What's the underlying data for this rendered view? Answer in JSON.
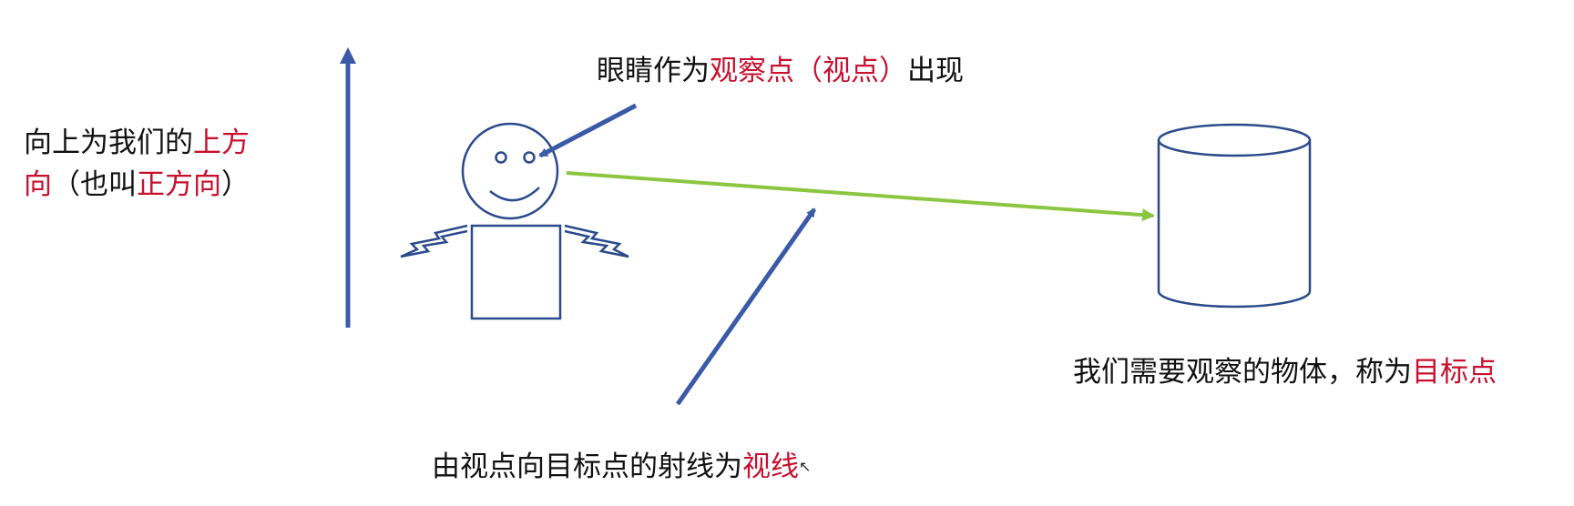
{
  "colors": {
    "arrow_blue": "#3a5aa8",
    "sight_green": "#8cc641",
    "emphasis_red": "#c8102e",
    "text": "#111111"
  },
  "annotations": {
    "up_direction": {
      "part1": "向上为我们的",
      "part2": "上方",
      "part3": "向",
      "part4": "（也叫",
      "part5": "正方向",
      "part6": "）"
    },
    "eye_viewpoint": {
      "part1": "眼睛作为",
      "part2": "观察点（视点）",
      "part3": "出现"
    },
    "target_point": {
      "part1": "我们需要观察的物体，称为",
      "part2": "目标点"
    },
    "line_of_sight": {
      "part1": "由视点向目标点的射线为",
      "part2": "视线"
    }
  },
  "icons": [
    "up-arrow-icon",
    "stick-figure-icon",
    "cylinder-icon",
    "cursor-icon"
  ]
}
